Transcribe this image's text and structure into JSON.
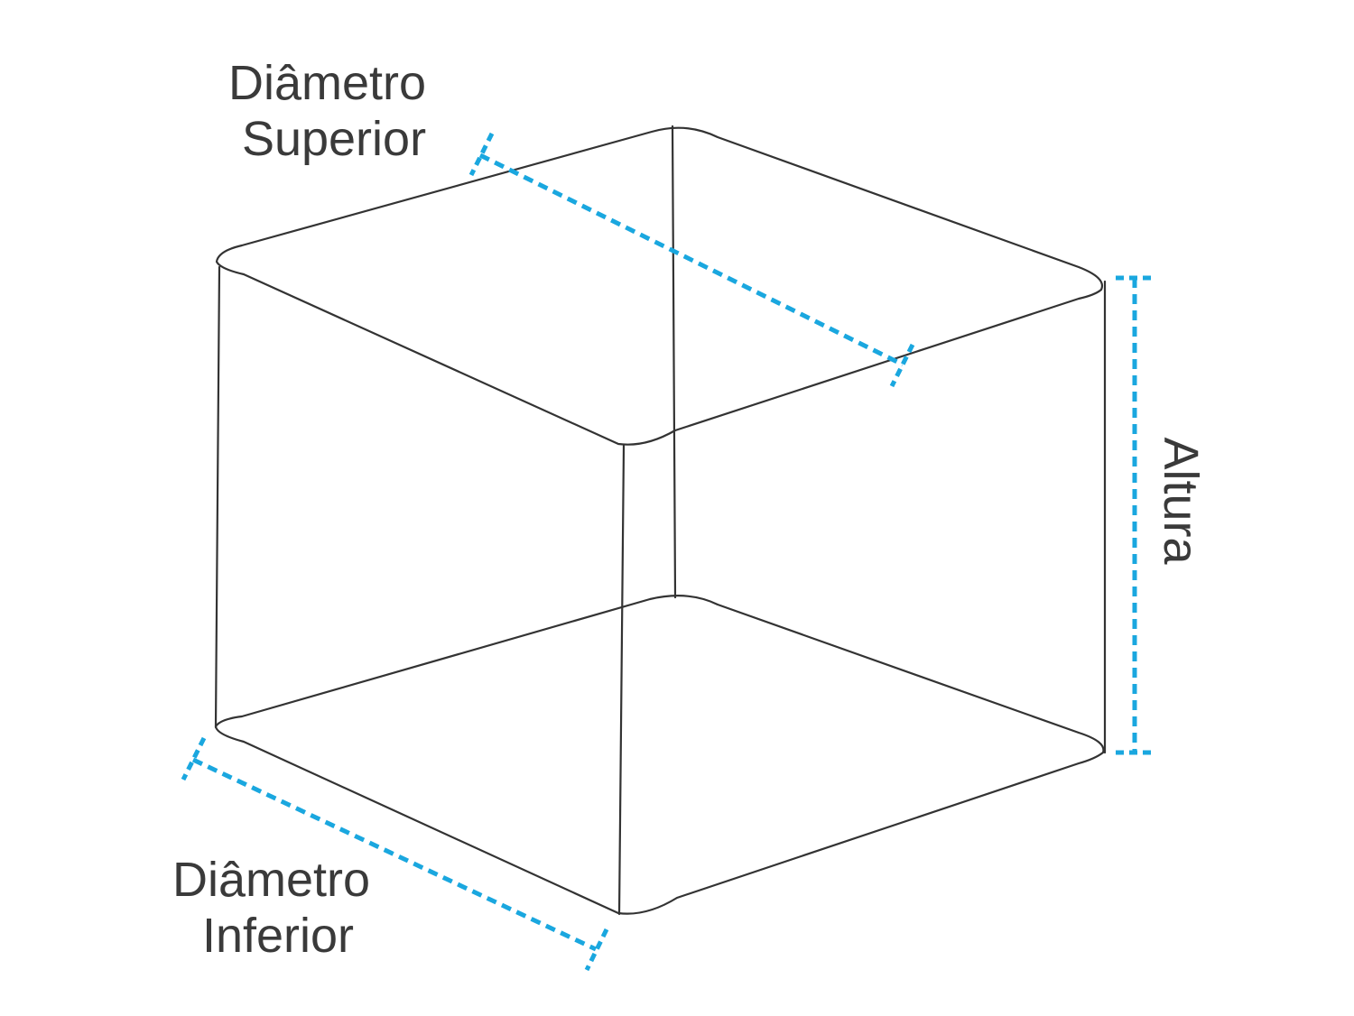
{
  "labels": {
    "top_diameter": [
      "Diâmetro",
      "Superior"
    ],
    "bottom_diameter": [
      "Diâmetro",
      "Inferior"
    ],
    "height": "Altura"
  },
  "colors": {
    "outline": "#333333",
    "dimension": "#1aa7df",
    "text": "#3a3a3a"
  }
}
